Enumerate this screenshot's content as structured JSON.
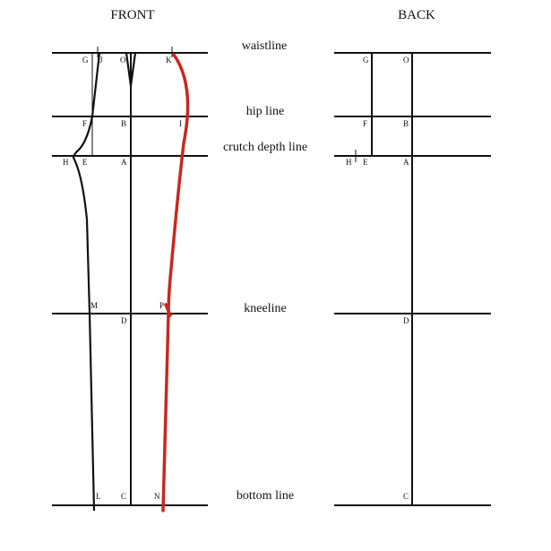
{
  "headings": {
    "front": "FRONT",
    "back": "BACK"
  },
  "lines": {
    "waist": "waistline",
    "hip": "hip line",
    "crutch": "crutch depth line",
    "knee": "kneeline",
    "bottom": "bottom line"
  },
  "front_points": {
    "G": "G",
    "J": "J",
    "O": "O",
    "K": "K",
    "F": "F",
    "B": "B",
    "I": "I",
    "H": "H",
    "E": "E",
    "A": "A",
    "M": "M",
    "P": "P",
    "D": "D",
    "L": "L",
    "C": "C",
    "N": "N"
  },
  "back_points": {
    "G": "G",
    "O": "O",
    "F": "F",
    "B": "B",
    "H": "H",
    "E": "E",
    "A": "A",
    "D": "D",
    "C": "C"
  },
  "colors": {
    "outline": "#111111",
    "side_seam": "#c8281e"
  }
}
